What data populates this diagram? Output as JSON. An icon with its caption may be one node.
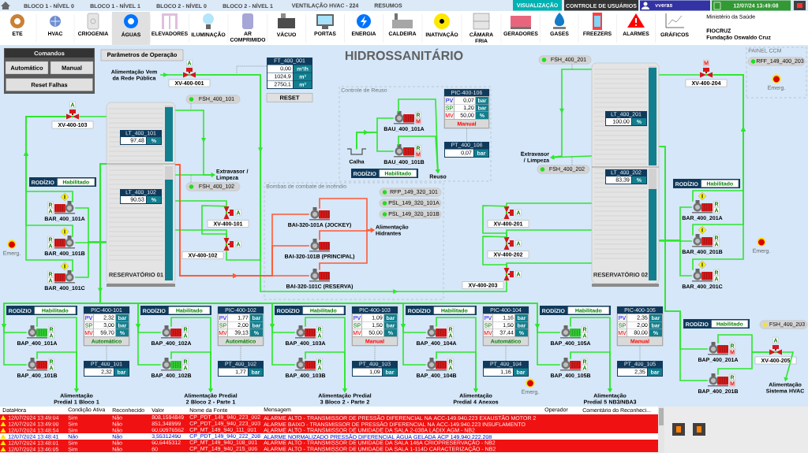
{
  "diagram": {
    "title": "HIDROSSANITÁRIO",
    "nodes": [
      {
        "text": [
          "Alimentação Vem da Rede Pública"
        ]
      },
      {
        "text": [
          "A",
          "XV-400-001"
        ]
      },
      {
        "text": [
          "FT_400_001",
          "0,00",
          "m³/h",
          "1024,9",
          "m³",
          "2750,1",
          "m³"
        ]
      },
      {
        "text": [
          "FSH_400_101"
        ]
      },
      {
        "text": [
          "RESERVATÓRIO 01"
        ]
      },
      {
        "text": [
          "LT_400_101",
          "97,48",
          "%"
        ],
        "in": 4
      },
      {
        "text": [
          "LT_400_102",
          "90,53",
          "%"
        ],
        "in": 4
      },
      {
        "text": [
          "FSH_400_102"
        ]
      },
      {
        "text": [
          "Extravasor / Limpeza"
        ]
      },
      {
        "text": [
          "A",
          "XV-400-101"
        ]
      },
      {
        "text": [
          "A",
          "XV-400-102"
        ]
      },
      {
        "text": [
          "A",
          "XV-400-103"
        ]
      },
      {
        "text": [
          "RODÍZIO",
          "Habilitado"
        ]
      },
      {
        "text": [
          "I",
          "R",
          "A",
          "BAR_400_101A"
        ]
      },
      {
        "text": [
          "I",
          "R",
          "A",
          "BAR_400_101B"
        ]
      },
      {
        "text": [
          "I",
          "R",
          "A",
          "BAR_400_101C"
        ]
      },
      {
        "text": [
          "Controle de Reuso"
        ]
      },
      {
        "text": [
          "Calha"
        ],
        "in": 16
      },
      {
        "text": [
          "R",
          "M",
          "BAU_400_101A"
        ],
        "in": 16
      },
      {
        "text": [
          "R",
          "M",
          "BAU_400_101B"
        ],
        "in": 16
      },
      {
        "text": [
          "PIC-400-106",
          "PV",
          "0,07",
          "bar",
          "SP",
          "1,20",
          "bar",
          "MV",
          "50,00",
          "%",
          "Manual"
        ],
        "in": 16
      },
      {
        "text": [
          "PT_400_106",
          "0,07",
          "bar"
        ],
        "in": 16
      },
      {
        "text": [
          "RODÍZIO",
          "Habilitado"
        ],
        "in": 16
      },
      {
        "text": [
          "Reuso"
        ],
        "in": 16
      },
      {
        "text": [
          "Bombas de combate de incêndio"
        ]
      },
      {
        "text": [
          "BAI-320-101A (JOCKEY)"
        ],
        "in": 24
      },
      {
        "text": [
          "BAI-320-101B (PRINCIPAL)"
        ],
        "in": 24
      },
      {
        "text": [
          "BAI-320-101C (RESERVA)"
        ],
        "in": 24
      },
      {
        "text": [
          "RFP_149_320_101"
        ],
        "in": 24
      },
      {
        "text": [
          "PSL_149_320_101A"
        ],
        "in": 24
      },
      {
        "text": [
          "PSL_149_320_101B"
        ],
        "in": 24
      },
      {
        "text": [
          "Alimentação Hidrantes"
        ],
        "in": 24
      },
      {
        "text": [
          "FSH_400_201"
        ]
      },
      {
        "text": [
          "RESERVATÓRIO 02"
        ]
      },
      {
        "text": [
          "LT_400_201",
          "100,00",
          "%"
        ],
        "in": 33
      },
      {
        "text": [
          "LT_400_202",
          "83,39",
          "%"
        ],
        "in": 33
      },
      {
        "text": [
          "Extravasor / Limpeza"
        ]
      },
      {
        "text": [
          "FSH_400_202"
        ]
      },
      {
        "text": [
          "M",
          "XV-400-204"
        ]
      },
      {
        "text": [
          "PAINEL CCM"
        ]
      },
      {
        "text": [
          "RFF_149_400_203"
        ],
        "in": 39
      },
      {
        "text": [
          "A",
          "XV-400-201"
        ]
      },
      {
        "text": [
          "A",
          "XV-400-202"
        ]
      },
      {
        "text": [
          "A",
          "XV-400-203"
        ]
      },
      {
        "text": [
          "RODÍZIO",
          "Habilitado"
        ]
      },
      {
        "text": [
          "I",
          "R",
          "A",
          "BAR_400_201A"
        ]
      },
      {
        "text": [
          "I",
          "R",
          "A",
          "BAR_400_201B"
        ]
      },
      {
        "text": [
          "I",
          "R",
          "A",
          "BAR_400_201C"
        ]
      },
      {
        "text": [
          "RODÍZIO",
          "Habilitado"
        ]
      },
      {
        "text": [
          "R",
          "A",
          "BAP_400_101A"
        ]
      },
      {
        "text": [
          "R",
          "A",
          "BAP_400_101B"
        ]
      },
      {
        "text": [
          "PIC-400-101",
          "PV",
          "2,32",
          "bar",
          "SP",
          "3,00",
          "bar",
          "MV",
          "59,70",
          "%",
          "Automático"
        ]
      },
      {
        "text": [
          "PT_400_101",
          "2,32",
          "bar"
        ]
      },
      {
        "text": [
          "Alimentação Predial 1 Bloco 1"
        ]
      },
      {
        "text": [
          "RODÍZIO",
          "Habilitado"
        ]
      },
      {
        "text": [
          "R",
          "A",
          "BAP_400_102A"
        ]
      },
      {
        "text": [
          "R",
          "A",
          "BAP_400_102B"
        ]
      },
      {
        "text": [
          "PIC-400-102",
          "PV",
          "1,77",
          "bar",
          "SP",
          "2,00",
          "bar",
          "MV",
          "39,13",
          "%",
          "Automático"
        ]
      },
      {
        "text": [
          "PT_400_102",
          "1,77",
          "bar"
        ]
      },
      {
        "text": [
          "Alimentação Predial 2 Bloco 2 - Parte 1"
        ]
      },
      {
        "text": [
          "RODÍZIO",
          "Habilitado"
        ]
      },
      {
        "text": [
          "R",
          "A",
          "BAP_400_103A"
        ]
      },
      {
        "text": [
          "R",
          "A",
          "BAP_400_103B"
        ]
      },
      {
        "text": [
          "PIC-400-103",
          "PV",
          "1,09",
          "bar",
          "SP",
          "1,50",
          "bar",
          "MV",
          "50,00",
          "%",
          "Manual"
        ]
      },
      {
        "text": [
          "PT_400_103",
          "1,09",
          "bar"
        ]
      },
      {
        "text": [
          "Alimentação Predial 3 Bloco 2 - Parte 2"
        ]
      },
      {
        "text": [
          "RODÍZIO",
          "Habilitado"
        ]
      },
      {
        "text": [
          "R",
          "A",
          "BAP_400_104A"
        ]
      },
      {
        "text": [
          "R",
          "A",
          "BAP_400_104B"
        ]
      },
      {
        "text": [
          "PIC-400-104",
          "PV",
          "1,16",
          "bar",
          "SP",
          "1,50",
          "bar",
          "MV",
          "37,44",
          "%",
          "Automático"
        ]
      },
      {
        "text": [
          "PT_400_104",
          "1,16",
          "bar"
        ]
      },
      {
        "text": [
          "Alimentação Predial 4 Anexos"
        ]
      },
      {
        "text": [
          "RODÍZIO",
          "Habilitado"
        ]
      },
      {
        "text": [
          "R",
          "A",
          "BAP_400_105A"
        ]
      },
      {
        "text": [
          "R",
          "A",
          "BAP_400_105B"
        ]
      },
      {
        "text": [
          "PIC-400-105",
          "PV",
          "2,35",
          "bar",
          "SP",
          "2,00",
          "bar",
          "MV",
          "80,00",
          "%",
          "Manual"
        ]
      },
      {
        "text": [
          "PT_400_105",
          "2,35",
          "bar"
        ]
      },
      {
        "text": [
          "Alimentação Predial 5 NB3/NBA3"
        ]
      },
      {
        "text": [
          "RODÍZIO",
          "Habilitado"
        ]
      },
      {
        "text": [
          "R",
          "M",
          "BAP_400_201A"
        ]
      },
      {
        "text": [
          "R",
          "M",
          "BAP_400_201B"
        ]
      },
      {
        "text": [
          "FSH_400_203"
        ]
      },
      {
        "text": [
          "A",
          "XV-400-205"
        ]
      },
      {
        "text": [
          "Alimentação Sistema HVAC"
        ]
      }
    ],
    "edges": [
      {
        "from": 0,
        "to": 1,
        "arrow": "to"
      },
      {
        "from": 1,
        "to": 10,
        "arrow": "to"
      },
      {
        "from": 10,
        "to": 9,
        "arrow": "none"
      },
      {
        "from": 9,
        "to": 4,
        "arrow": "none"
      },
      {
        "from": 10,
        "to": 4,
        "arrow": "none"
      },
      {
        "from": 1,
        "to": 43,
        "arrow": "to"
      },
      {
        "from": 43,
        "to": 42,
        "arrow": "none"
      },
      {
        "from": 42,
        "to": 41,
        "arrow": "none"
      },
      {
        "from": 41,
        "to": 33,
        "arrow": "none"
      },
      {
        "from": 42,
        "to": 33,
        "arrow": "none"
      },
      {
        "from": 43,
        "to": 33,
        "arrow": "none"
      },
      {
        "from": 4,
        "to": 8,
        "arrow": "to"
      },
      {
        "from": 4,
        "to": 8,
        "arrow": "to"
      },
      {
        "from": 11,
        "to": 4,
        "arrow": "none"
      },
      {
        "from": 13,
        "to": 11,
        "arrow": "to"
      },
      {
        "from": 14,
        "to": 11,
        "arrow": "to"
      },
      {
        "from": 15,
        "to": 11,
        "arrow": "to"
      },
      {
        "from": 4,
        "to": 13,
        "arrow": "none"
      },
      {
        "from": 4,
        "to": 14,
        "arrow": "none"
      },
      {
        "from": 4,
        "to": 15,
        "arrow": "none"
      },
      {
        "from": 17,
        "to": 18,
        "arrow": "to"
      },
      {
        "from": 17,
        "to": 19,
        "arrow": "to"
      },
      {
        "from": 18,
        "to": 23,
        "arrow": "to"
      },
      {
        "from": 19,
        "to": 23,
        "arrow": "to"
      },
      {
        "from": 4,
        "to": 25,
        "arrow": "to",
        "color": "#ff5a36"
      },
      {
        "from": 4,
        "to": 26,
        "arrow": "to",
        "color": "#ff5a36"
      },
      {
        "from": 4,
        "to": 27,
        "arrow": "to",
        "color": "#ff5a36"
      },
      {
        "from": 25,
        "to": 31,
        "arrow": "to",
        "color": "#ff5a36"
      },
      {
        "from": 26,
        "to": 31,
        "arrow": "to",
        "color": "#ff5a36"
      },
      {
        "from": 27,
        "to": 31,
        "arrow": "to",
        "color": "#ff5a36"
      },
      {
        "from": 33,
        "to": 36,
        "arrow": "to"
      },
      {
        "from": 33,
        "to": 36,
        "arrow": "to"
      },
      {
        "from": 38,
        "to": 33,
        "arrow": "none"
      },
      {
        "from": 45,
        "to": 38,
        "arrow": "to"
      },
      {
        "from": 46,
        "to": 38,
        "arrow": "to"
      },
      {
        "from": 47,
        "to": 38,
        "arrow": "to"
      },
      {
        "from": 33,
        "to": 45,
        "arrow": "none"
      },
      {
        "from": 33,
        "to": 46,
        "arrow": "none"
      },
      {
        "from": 33,
        "to": 47,
        "arrow": "none"
      },
      {
        "from": 4,
        "to": 49,
        "arrow": "to"
      },
      {
        "from": 4,
        "to": 50,
        "arrow": "to"
      },
      {
        "from": 4,
        "to": 55,
        "arrow": "to"
      },
      {
        "from": 4,
        "to": 56,
        "arrow": "to"
      },
      {
        "from": 4,
        "to": 61,
        "arrow": "to"
      },
      {
        "from": 4,
        "to": 62,
        "arrow": "to"
      },
      {
        "from": 4,
        "to": 67,
        "arrow": "to"
      },
      {
        "from": 4,
        "to": 68,
        "arrow": "to"
      },
      {
        "from": 4,
        "to": 73,
        "arrow": "to"
      },
      {
        "from": 4,
        "to": 74,
        "arrow": "to"
      },
      {
        "from": 49,
        "to": 53,
        "arrow": "to"
      },
      {
        "from": 50,
        "to": 53,
        "arrow": "to"
      },
      {
        "from": 55,
        "to": 59,
        "arrow": "to"
      },
      {
        "from": 56,
        "to": 59,
        "arrow": "to"
      },
      {
        "from": 61,
        "to": 65,
        "arrow": "to"
      },
      {
        "from": 62,
        "to": 65,
        "arrow": "to"
      },
      {
        "from": 67,
        "to": 71,
        "arrow": "to"
      },
      {
        "from": 68,
        "to": 71,
        "arrow": "to"
      },
      {
        "from": 73,
        "to": 77,
        "arrow": "to"
      },
      {
        "from": 74,
        "to": 77,
        "arrow": "to"
      },
      {
        "from": 51,
        "to": 52,
        "arrow": "none",
        "style": "dashed",
        "color": "#808080"
      },
      {
        "from": 57,
        "to": 58,
        "arrow": "none",
        "style": "dashed",
        "color": "#808080"
      },
      {
        "from": 63,
        "to": 64,
        "arrow": "none",
        "style": "dashed",
        "color": "#808080"
      },
      {
        "from": 69,
        "to": 70,
        "arrow": "none",
        "style": "dashed",
        "color": "#808080"
      },
      {
        "from": 75,
        "to": 76,
        "arrow": "none",
        "style": "dashed",
        "color": "#808080"
      },
      {
        "from": 33,
        "to": 79,
        "arrow": "none"
      },
      {
        "from": 33,
        "to": 80,
        "arrow": "none"
      },
      {
        "from": 79,
        "to": 82,
        "arrow": "none"
      },
      {
        "from": 80,
        "to": 82,
        "arrow": "none"
      },
      {
        "from": 82,
        "to": 83,
        "arrow": "to"
      },
      {
        "from": 2,
        "to": null,
        "arrow": "none",
        "style": "dashed",
        "color": "#808080"
      },
      {
        "from": 3,
        "to": null,
        "arrow": "none",
        "style": "dashed",
        "color": "#808080"
      },
      {
        "from": 7,
        "to": null,
        "arrow": "none",
        "style": "dashed",
        "color": "#808080"
      },
      {
        "from": 32,
        "to": null,
        "arrow": "none",
        "style": "dashed",
        "color": "#808080"
      },
      {
        "from": 37,
        "to": null,
        "arrow": "none",
        "style": "dashed",
        "color": "#808080"
      },
      {
        "from": 20,
        "to": 21,
        "arrow": "none",
        "style": "dashed",
        "color": "#808080"
      }
    ],
    "labels": [
      "BLOCO 1 - NÍVEL 0",
      "BLOCO 1 - NÍVEL 1",
      "BLOCO 2 - NÍVEL 0",
      "BLOCO 2 - NÍVEL 1",
      "VENTILAÇÃO HVAC - 224",
      "RESUMOS",
      "VISUALIZAÇÃO",
      "CONTROLE DE USUÁRIOS",
      "vveras",
      "12/07/24 13:49:08",
      "ETE",
      "HVAC",
      "CRIOGENIA",
      "ÁGUAS",
      "ELEVADORES",
      "ILUMINAÇÃO",
      "AR COMPRIMIDO",
      "VÁCUO",
      "PORTAS",
      "ENERGIA",
      "CALDEIRA",
      "INATIVAÇÃO",
      "CÂMARA FRIA",
      "GERADORES",
      "GASES",
      "FREEZERS",
      "ALARMES",
      "GRÁFICOS",
      "Ministério da Saúde",
      "FIOCRUZ",
      "Fundação Oswaldo Cruz",
      "Comandos",
      "Automático",
      "Manual",
      "Reset Falhas",
      "Parâmetros de Operação",
      "RESET",
      "Emerg.",
      "Emerg.",
      "Emerg.",
      "Emerg.",
      "DataHora",
      "Condição Ativa",
      "Reconhecido",
      "Valor",
      "Nome da Fonte",
      "Mensagem",
      "Operador",
      "Comentário do Reconheci...",
      "12/07/2024 13:49:04",
      "Sim",
      "Não",
      "808,1594849",
      "CP_PDT_149_940_223_002",
      "ALARME ALTO - TRANSMISSOR DE PRESSÃO DIFERENCIAL NA ACC-149.940.223 EXAUSTÃO MOTOR 2",
      "12/07/2024 13:49:00",
      "Sim",
      "Não",
      "851,348999",
      "CP_PDT_149_940_223_003",
      "ALARME BAIXO - TRANSMISSOR DE PRESSÃO DIFERENCIAL NA ACC-149.940.223 INSUFLAMENTO",
      "12/07/2024 13:48:54",
      "Sim",
      "Não",
      "60,00976562",
      "CP_MT_149_940_111_001",
      "ALARME ALTO - TRANSMISSOR DE UMIDADE DA SALA 2-038A LADIX AGM - NB2",
      "12/07/2024 13:48:41",
      "Não",
      "Não",
      "3,55312490",
      "CP_PDT_149_940_222_208",
      "ALARME NORMALIZADO PRESSÃO DIFERENCIAL ÁGUA GELADA ACP 149.940.222.208",
      "12/07/2024 13:48:01",
      "Sim",
      "Não",
      "60,6445312",
      "CP_MT_149_940_108_001",
      "ALARME ALTO - TRANSMISSOR DE UMIDADE DA SALA 146A CRIOPRESERVAÇÃO - NB2",
      "12/07/2024 13:46:05",
      "Sim",
      "Não",
      "60",
      "CP_MT_149_940_215_006",
      "ALARME ALTO - TRANSMISSOR DE UMIDADE DA SALA 1-114D CARACTERIZAÇÃO - NB2"
    ]
  }
}
